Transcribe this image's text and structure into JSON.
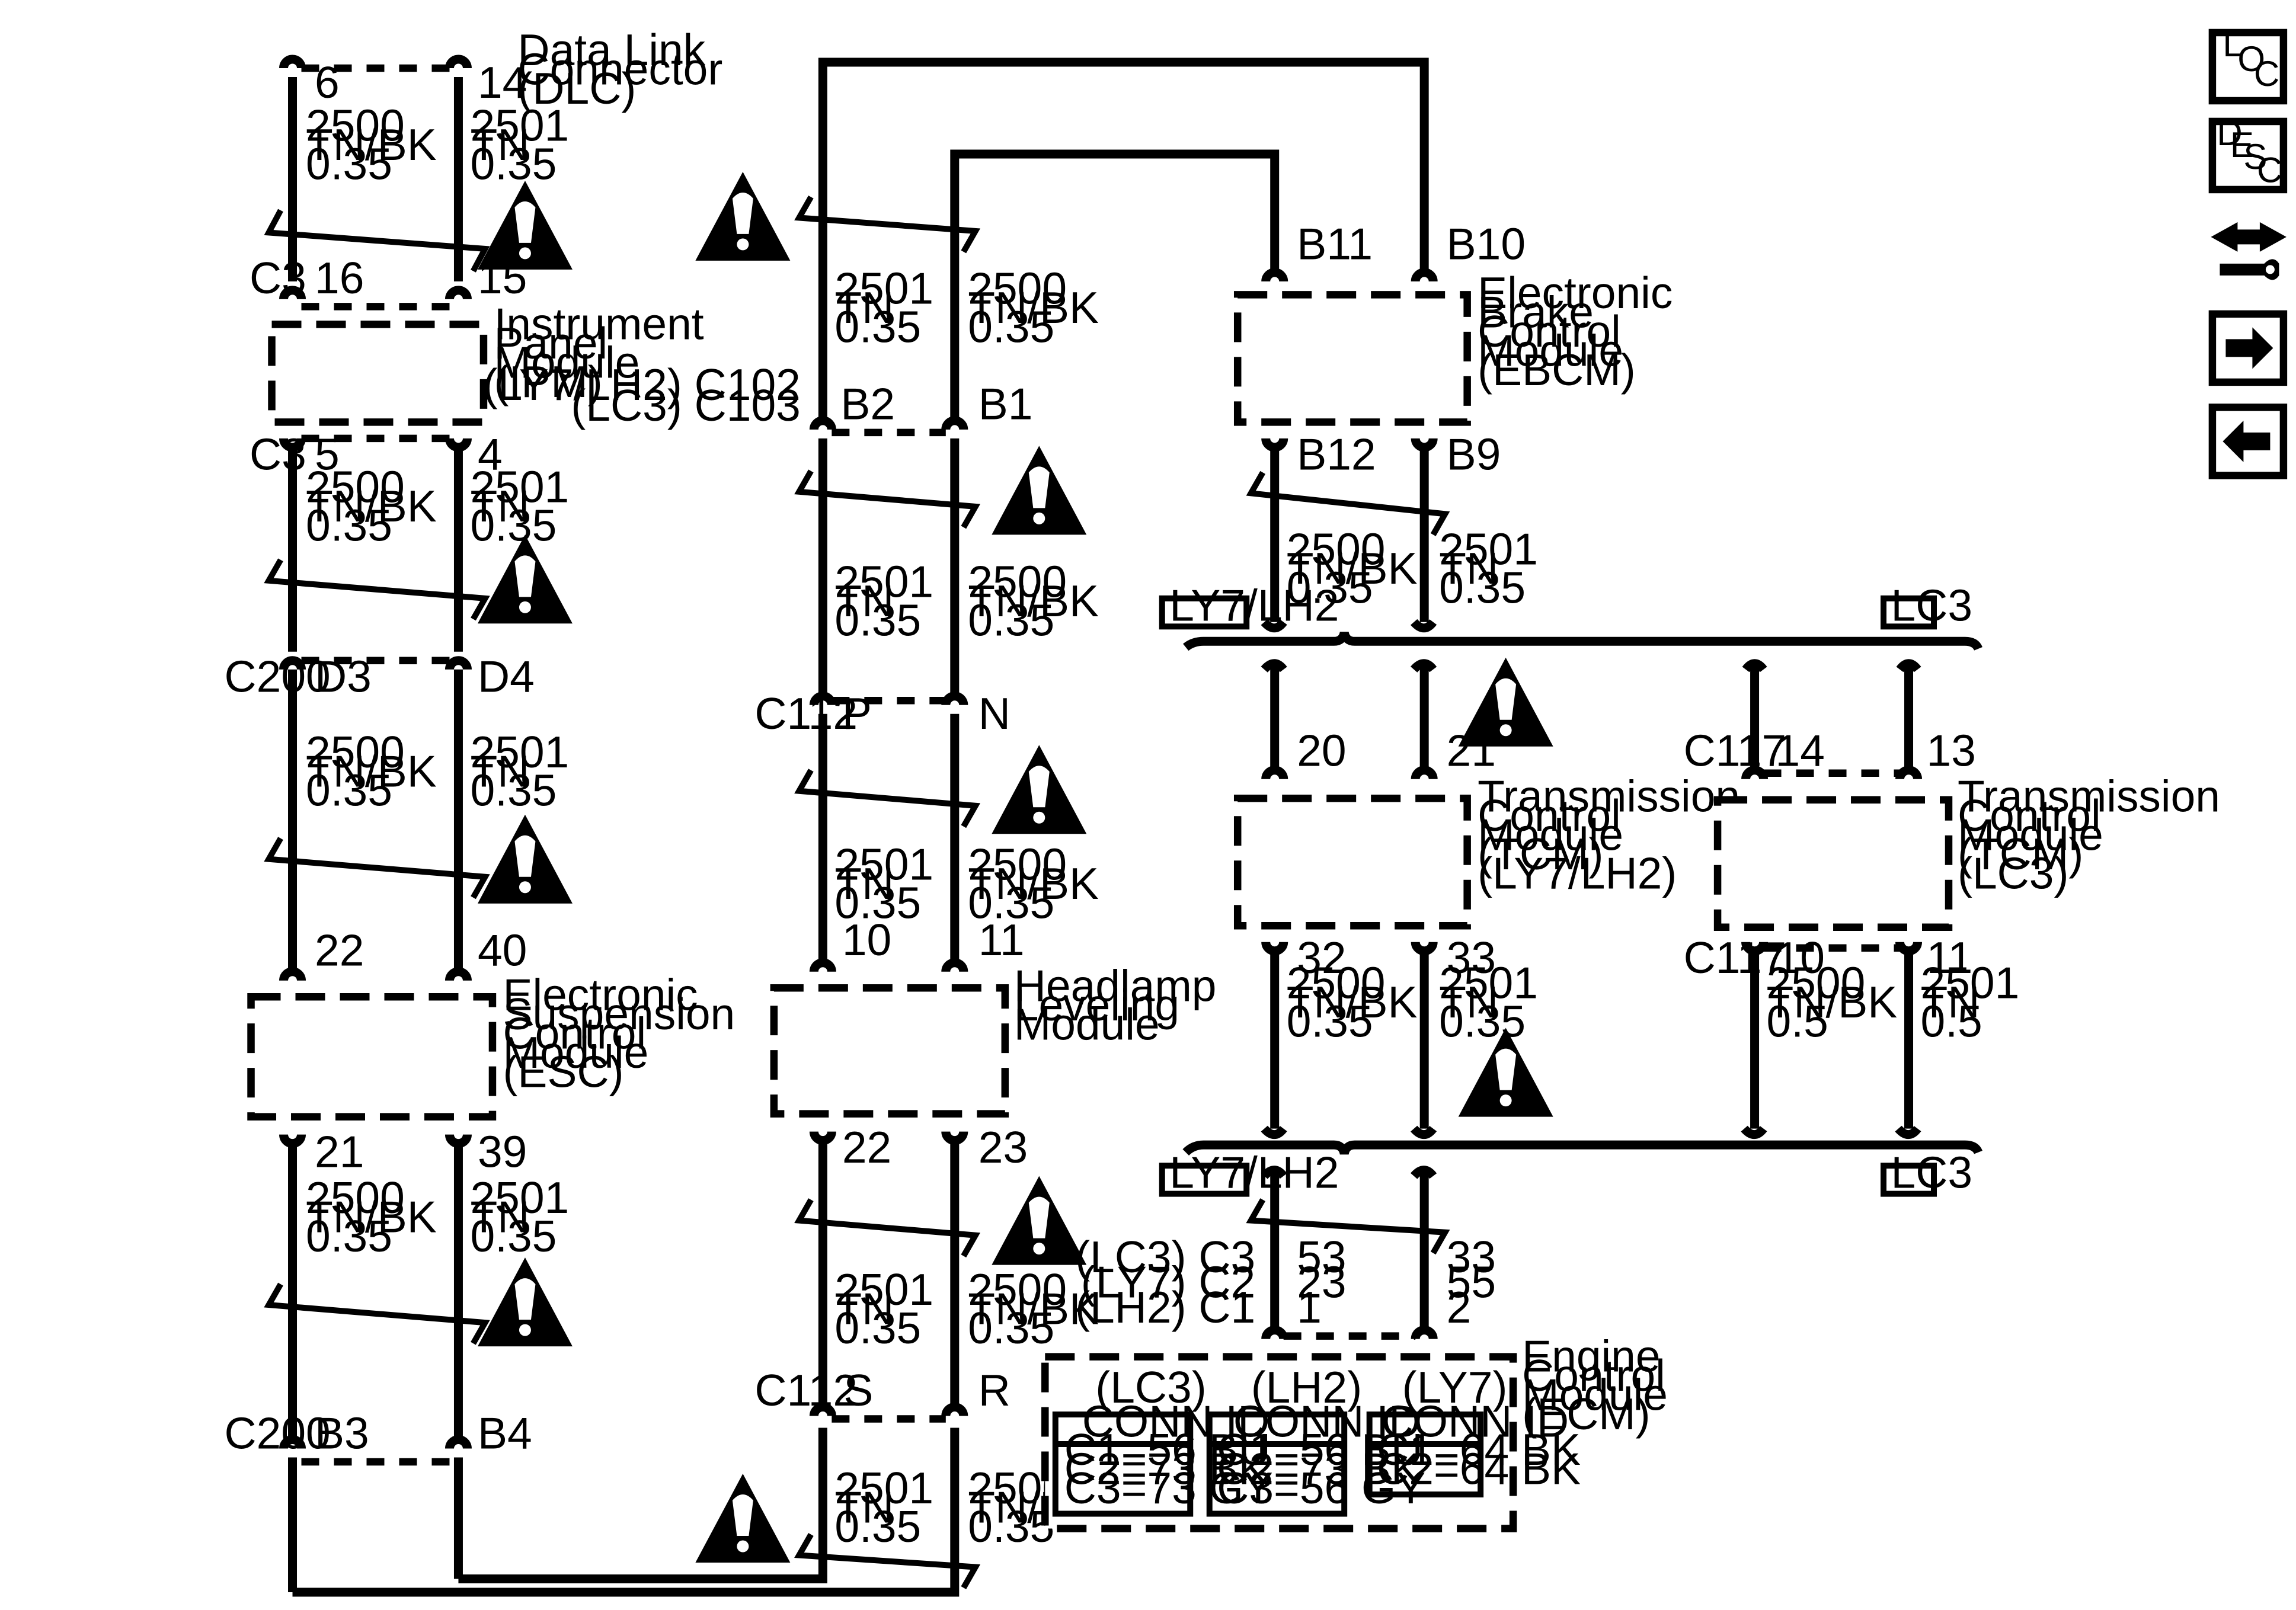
{
  "dlc": {
    "name": [
      "Data Link",
      "Connector",
      "(DLC)"
    ],
    "pin_a": "6",
    "pin_b": "14"
  },
  "ipm": {
    "name": [
      "Instrument",
      "Panel",
      "Module",
      "(IPM)"
    ],
    "conn_top": "C3",
    "pin_top_a": "16",
    "pin_top_b": "15",
    "conn_bot": "C3",
    "pin_bot_a": "5",
    "pin_bot_b": "4"
  },
  "c200_top": {
    "conn": "C200",
    "pin_a": "D3",
    "pin_b": "D4"
  },
  "esc": {
    "name": [
      "Electronic",
      "Suspension",
      "Control",
      "Module",
      "(ESC)"
    ],
    "pin_top_a": "22",
    "pin_top_b": "40",
    "pin_bot_a": "21",
    "pin_bot_b": "39"
  },
  "c200_bot": {
    "conn": "C200",
    "pin_a": "B3",
    "pin_b": "B4"
  },
  "c102": {
    "line1": "(LY7/LH2) C102",
    "line2": "(LC3) C103",
    "pin_a": "B2",
    "pin_b": "B1"
  },
  "c112_top": {
    "conn": "C112",
    "pin_a": "P",
    "pin_b": "N"
  },
  "hlm": {
    "name": [
      "Headlamp",
      "Leveling",
      "Module"
    ],
    "pin_top_a": "10",
    "pin_top_b": "11",
    "pin_bot_a": "22",
    "pin_bot_b": "23"
  },
  "c112_bot": {
    "conn": "C112",
    "pin_a": "S",
    "pin_b": "R"
  },
  "ebcm": {
    "name": [
      "Electronic",
      "Brake",
      "Control",
      "Module",
      "(EBCM)"
    ],
    "pin_top_a": "B11",
    "pin_top_b": "B10",
    "pin_bot_a": "B12",
    "pin_bot_b": "B9"
  },
  "option_tags": {
    "ly7lh2": "LY7/LH2",
    "lc3": "LC3"
  },
  "tcm_ly7": {
    "name": [
      "Transmission",
      "Control",
      "Module",
      "(TCM)",
      "(LY7/LH2)"
    ],
    "pin_top_a": "20",
    "pin_top_b": "21",
    "pin_bot_a": "32",
    "pin_bot_b": "33"
  },
  "tcm_lc3": {
    "name": [
      "Transmission",
      "Control",
      "Module",
      "(TCM)",
      "(LC3)"
    ],
    "conn_top": "C117",
    "pin_top_a": "14",
    "pin_top_b": "13",
    "conn_bot": "C117",
    "pin_bot_a": "10",
    "pin_bot_b": "11"
  },
  "ecm_conn": {
    "labels": [
      "(LC3) C3",
      "(LY7) C2",
      "(LH2) C1"
    ],
    "pins_a": [
      "53",
      "23",
      "1"
    ],
    "pins_b": [
      "33",
      "55",
      "2"
    ]
  },
  "ecm": {
    "name": [
      "Engine",
      "Control",
      "Module",
      "(ECM)"
    ],
    "tables": [
      {
        "header": "(LC3)",
        "title": "CONN ID",
        "rows": [
          "C1=56 BU",
          "C2=73 BK",
          "C3=73 GY"
        ]
      },
      {
        "header": "(LH2)",
        "title": "CONN ID",
        "rows": [
          "C1=56 BU",
          "C2=73 BK",
          "C3=56 GY"
        ]
      },
      {
        "header": "(LY7)",
        "title": "CONN ID",
        "rows": [
          "C1=64 BK",
          "C2=64 BK"
        ]
      }
    ]
  },
  "wires": {
    "tnbk_035": [
      "2500",
      "TN/BK",
      "0.35"
    ],
    "tn_035": [
      "2501",
      "TN",
      "0.35"
    ],
    "tnbk_05": [
      "2500",
      "TN/BK",
      "0.5"
    ],
    "tn_05": [
      "2501",
      "TN",
      "0.5"
    ]
  },
  "nav": {
    "loc": [
      "L",
      "O",
      "C"
    ],
    "desc": [
      "D",
      "E",
      "S",
      "C"
    ]
  }
}
